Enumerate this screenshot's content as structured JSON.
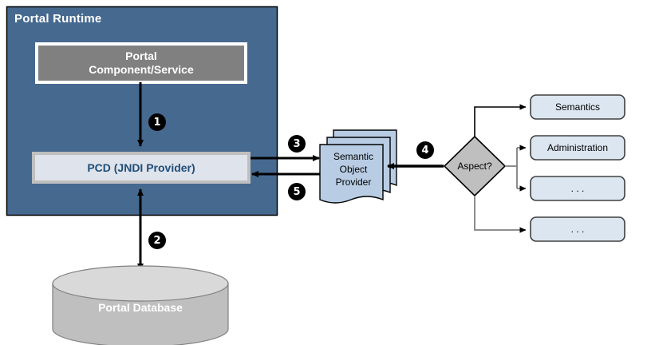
{
  "diagram": {
    "title": "Portal Runtime",
    "runtime": {
      "label": "Portal Runtime",
      "component": "Portal\nComponent/Service",
      "component_line1": "Portal",
      "component_line2": "Component/Service",
      "pcd": "PCD (JNDI Provider)"
    },
    "database": {
      "label": "Portal Database"
    },
    "provider": {
      "line1": "Semantic",
      "line2": "Object",
      "line3": "Provider"
    },
    "decision": {
      "label": "Aspect?"
    },
    "outputs": [
      {
        "label": "Semantics"
      },
      {
        "label": "Administration"
      },
      {
        "label": ". . ."
      },
      {
        "label": ". . ."
      }
    ],
    "steps": [
      {
        "id": "1",
        "label": "1"
      },
      {
        "id": "2",
        "label": "2"
      },
      {
        "id": "3",
        "label": "3"
      },
      {
        "id": "4",
        "label": "4"
      },
      {
        "id": "5",
        "label": "5"
      }
    ],
    "colors": {
      "runtime_fill": "#46698f",
      "runtime_border": "#000000",
      "component_fill": "#808080",
      "component_border": "#ffffff",
      "pcd_fill": "#dfe3eb",
      "pcd_border": "#bfbfbf",
      "pcd_text": "#1f4e79",
      "database_fill": "#bfbfbf",
      "database_top": "#d9d9d9",
      "provider_fill": "#b8cce4",
      "decision_fill": "#bfbfbf",
      "output_fill": "#dce6f1",
      "output_border": "#404040",
      "arrow_black": "#000000",
      "arrow_gray": "#808080",
      "badge_fill": "#000000",
      "badge_text": "#ffffff"
    }
  }
}
